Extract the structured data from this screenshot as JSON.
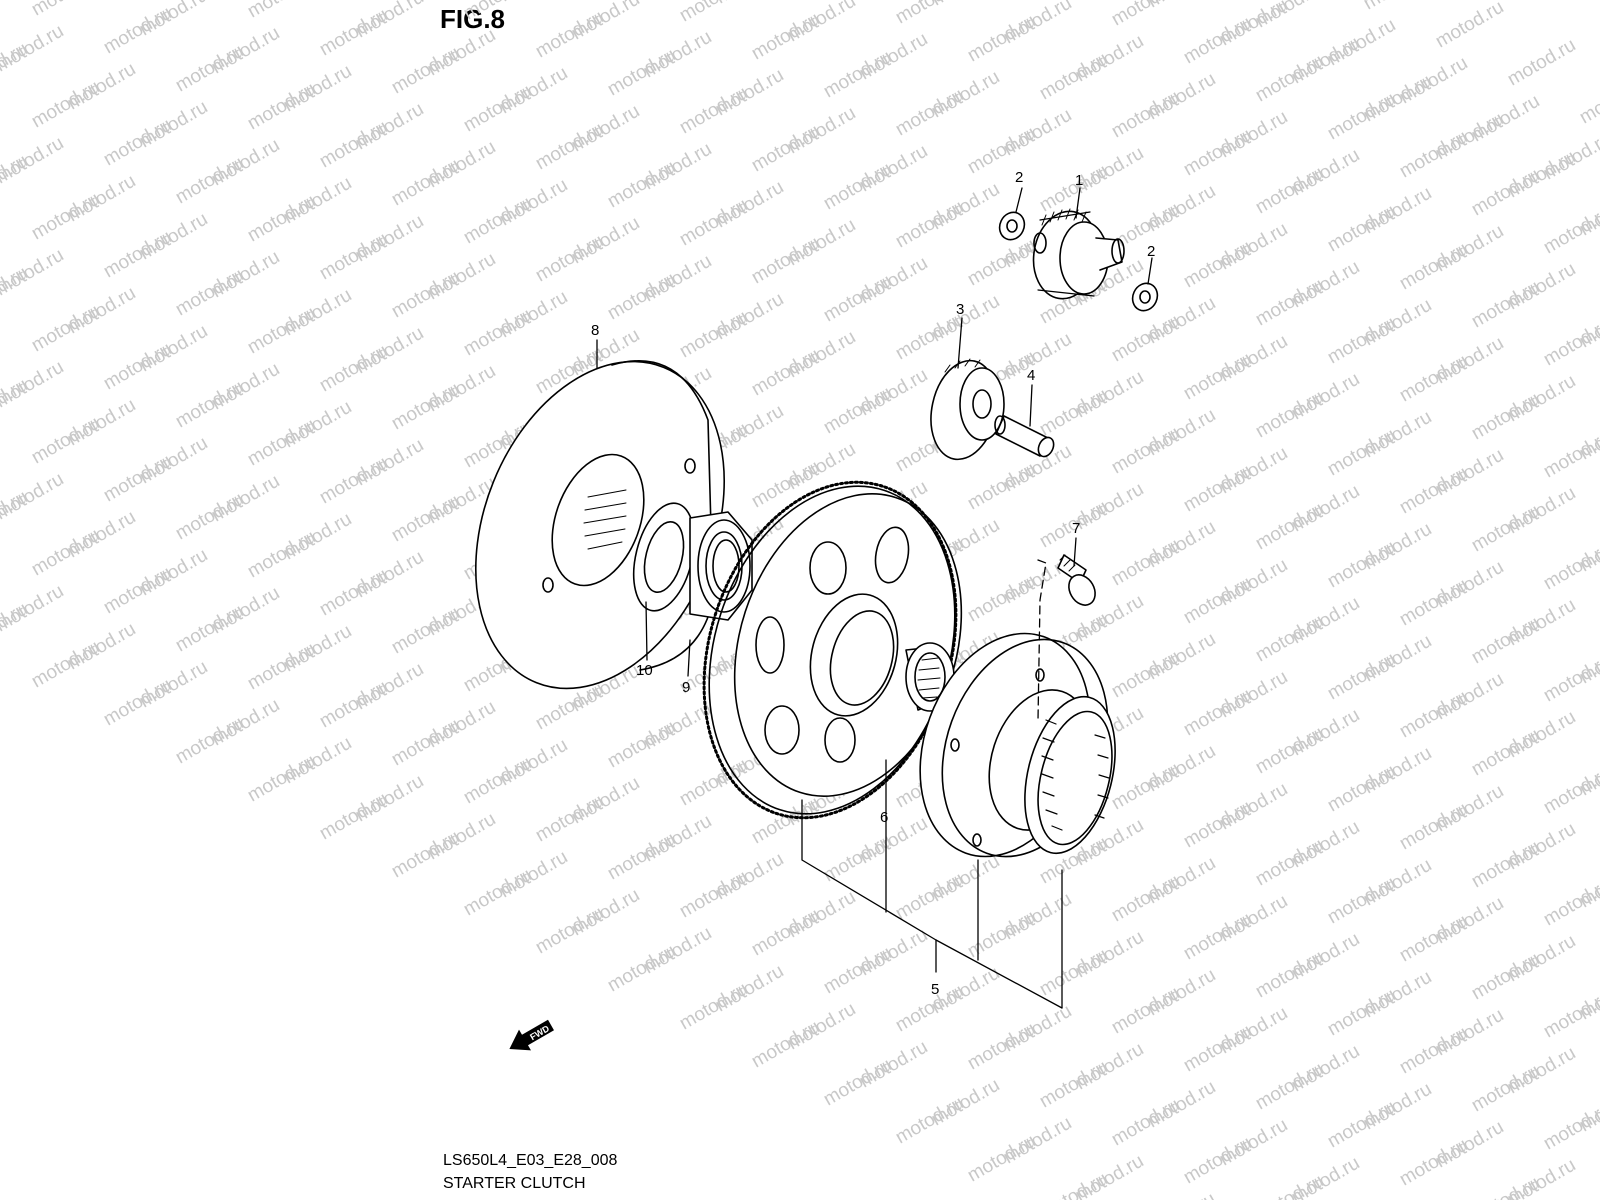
{
  "figure": {
    "title": "FIG.8",
    "code": "LS650L4_E03_E28_008",
    "caption": "STARTER CLUTCH"
  },
  "watermark": {
    "text": "motod.ru"
  },
  "callouts": {
    "c1": "1",
    "c2a": "2",
    "c2b": "2",
    "c3": "3",
    "c4": "4",
    "c5": "5",
    "c6": "6",
    "c7": "7",
    "c8": "8",
    "c9": "9",
    "c10": "10"
  },
  "fwd_label": "FWD",
  "colors": {
    "ink": "#000000",
    "paper": "#ffffff",
    "watermark": "#c8c8c8"
  }
}
